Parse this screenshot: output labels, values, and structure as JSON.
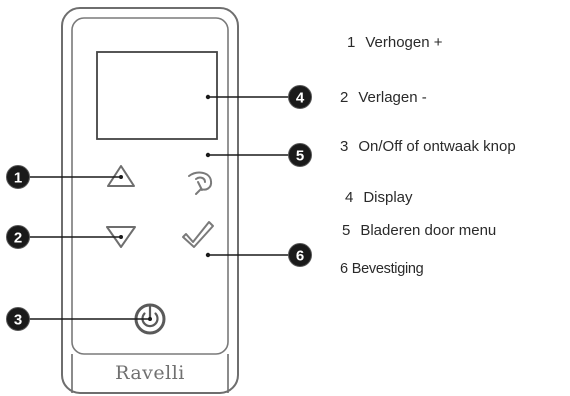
{
  "device": {
    "brand": "Ravelli",
    "buttons": [
      {
        "id": 1,
        "icon": "triangle-up-icon"
      },
      {
        "id": 2,
        "icon": "triangle-down-icon"
      },
      {
        "id": 3,
        "icon": "power-icon"
      },
      {
        "id": 5,
        "icon": "scroll-menu-icon"
      },
      {
        "id": 6,
        "icon": "checkmark-icon"
      }
    ],
    "display": {
      "id": 4
    }
  },
  "callouts": [
    "1",
    "2",
    "3",
    "4",
    "5",
    "6"
  ],
  "legend": [
    {
      "num": "1",
      "label": "Verhogen +"
    },
    {
      "num": "2",
      "label": "Verlagen -"
    },
    {
      "num": "3",
      "label": "On/Off of ontwaak knop"
    },
    {
      "num": "4",
      "label": "Display"
    },
    {
      "num": "5",
      "label": "Bladeren door menu"
    },
    {
      "num": "6",
      "label": "Bevestiging"
    }
  ],
  "colors": {
    "outline": "#6e6e6e",
    "callout_fill": "#1a1a1a",
    "text": "#2a2a2a"
  }
}
